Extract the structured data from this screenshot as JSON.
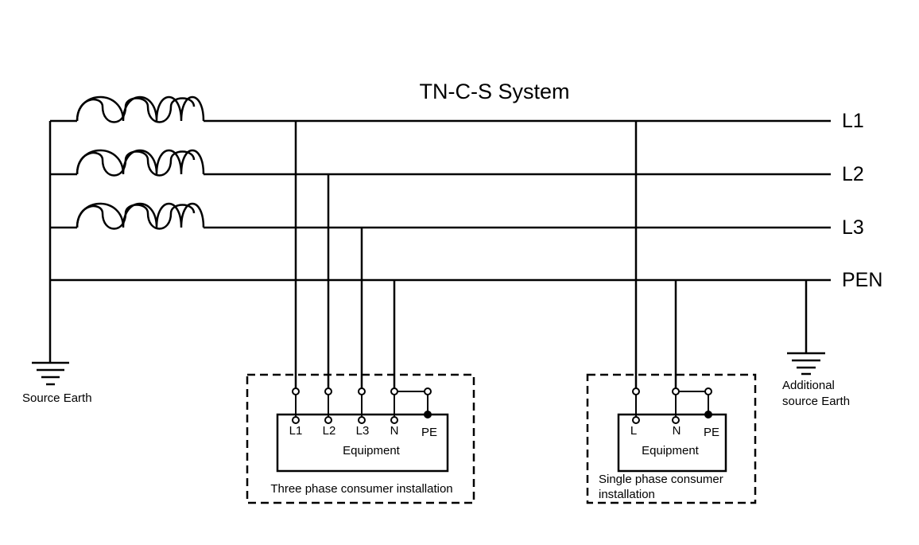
{
  "title": "TN-C-S System",
  "bus_labels": {
    "l1": "L1",
    "l2": "L2",
    "l3": "L3",
    "pen": "PEN"
  },
  "source_earth_label": "Source Earth",
  "additional_earth_label": [
    "Additional",
    "source Earth"
  ],
  "three_phase": {
    "terminals": [
      "L1",
      "L2",
      "L3",
      "N",
      "PE"
    ],
    "equipment_label": "Equipment",
    "installation_label": "Three phase consumer installation"
  },
  "single_phase": {
    "terminals": [
      "L",
      "N",
      "PE"
    ],
    "equipment_label": "Equipment",
    "installation_label": [
      "Single phase consumer",
      "installation"
    ]
  },
  "icons": [
    "transformer-coil-icon",
    "earth-ground-icon"
  ],
  "colors": {
    "line": "#000000",
    "background": "#ffffff"
  }
}
